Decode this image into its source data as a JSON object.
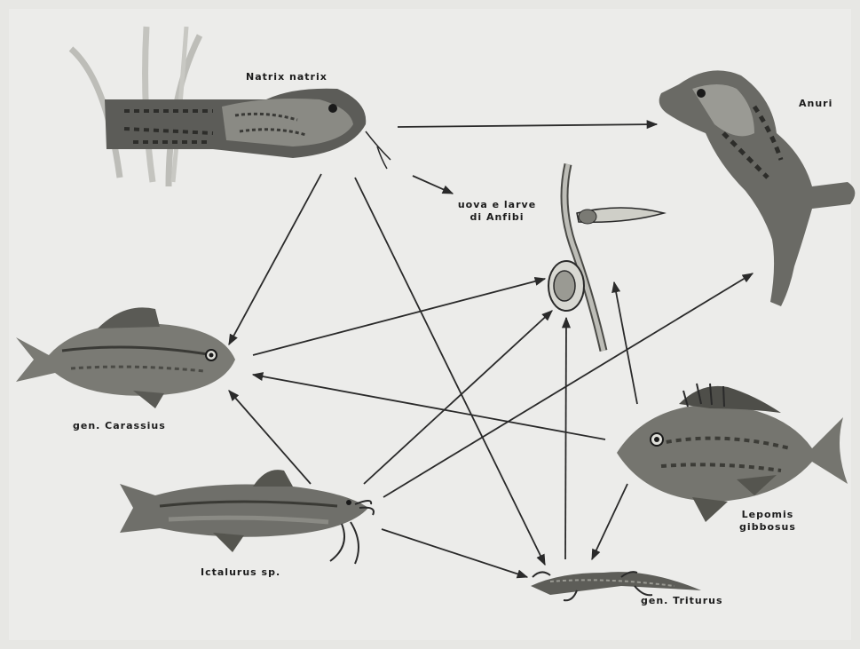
{
  "labels": {
    "natrix": "Natrix natrix",
    "anuri": "Anuri",
    "uova_line1": "uova e larve",
    "uova_line2": "di Anfibi",
    "carassius": "gen. Carassius",
    "ictalurus": "Ictalurus sp.",
    "lepomis_line1": "Lepomis",
    "lepomis_line2": "gibbosus",
    "triturus": "gen. Triturus"
  },
  "colors": {
    "ink": "#2a2a2a",
    "paper": "#ececea"
  }
}
